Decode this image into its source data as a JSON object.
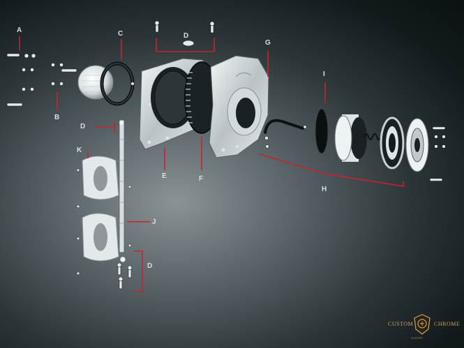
{
  "callouts": {
    "A": "A",
    "B": "B",
    "C": "C",
    "D_top": "D",
    "D_left": "D",
    "D_bottom": "D",
    "E": "E",
    "F": "F",
    "G": "G",
    "H": "H",
    "I": "I",
    "J": "J",
    "K": "K"
  },
  "logo": {
    "left_word": "CUSTOM",
    "right_word": "CHROME",
    "sub": "EUROPE"
  },
  "colors": {
    "leader": "#c8232a",
    "part_light": "#e9eef0",
    "part_dark": "#1a2224",
    "accent_gold": "#c9a25a"
  }
}
